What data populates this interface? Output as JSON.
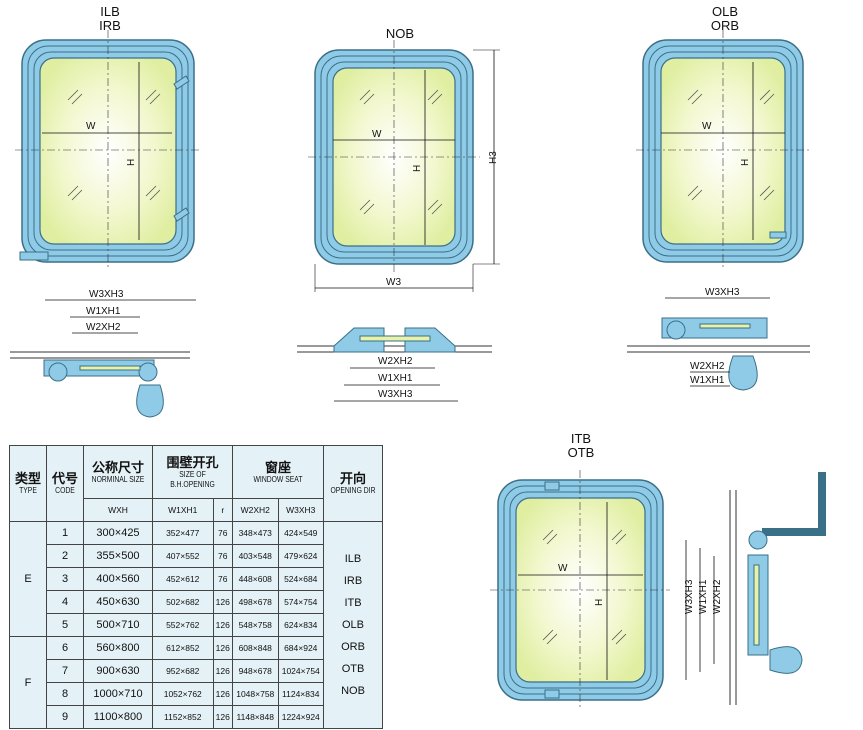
{
  "window_types": {
    "ilb_irb": [
      "ILB",
      "IRB"
    ],
    "nob": "NOB",
    "olb_orb": [
      "OLB",
      "ORB"
    ],
    "itb_otb": [
      "ITB",
      "OTB"
    ]
  },
  "dimensions": {
    "w": "W",
    "h": "H",
    "h3": "H3",
    "w3": "W3",
    "w3xh3": "W3XH3",
    "w1xh1": "W1XH1",
    "w2xh2": "W2XH2"
  },
  "table": {
    "headers": {
      "type_cn": "类型",
      "type_en": "TYPE",
      "code_cn": "代号",
      "code_en": "CODE",
      "size_cn": "公称尺寸",
      "size_en": "NORMINAL SIZE",
      "opening_cn": "围壁开孔",
      "opening_en": "SIZE OF B.H.OPENING",
      "seat_cn": "窗座",
      "seat_en": "WINDOW SEAT",
      "dir_cn": "开向",
      "dir_en": "OPENING DIR"
    },
    "subheaders": {
      "size": "WXH",
      "opening": "W1XH1",
      "r": "r",
      "seat_w2": "W2XH2",
      "seat_w3": "W3XH3"
    },
    "types": [
      "E",
      "F"
    ],
    "rows": [
      {
        "code": "1",
        "size": "300×425",
        "opening": "352×477",
        "r": "76",
        "w2h2": "348×473",
        "w3h3": "424×549"
      },
      {
        "code": "2",
        "size": "355×500",
        "opening": "407×552",
        "r": "76",
        "w2h2": "403×548",
        "w3h3": "479×624"
      },
      {
        "code": "3",
        "size": "400×560",
        "opening": "452×612",
        "r": "76",
        "w2h2": "448×608",
        "w3h3": "524×684"
      },
      {
        "code": "4",
        "size": "450×630",
        "opening": "502×682",
        "r": "126",
        "w2h2": "498×678",
        "w3h3": "574×754"
      },
      {
        "code": "5",
        "size": "500×710",
        "opening": "552×762",
        "r": "126",
        "w2h2": "548×758",
        "w3h3": "624×834"
      },
      {
        "code": "6",
        "size": "560×800",
        "opening": "612×852",
        "r": "126",
        "w2h2": "608×848",
        "w3h3": "684×924"
      },
      {
        "code": "7",
        "size": "900×630",
        "opening": "952×682",
        "r": "126",
        "w2h2": "948×678",
        "w3h3": "1024×754"
      },
      {
        "code": "8",
        "size": "1000×710",
        "opening": "1052×762",
        "r": "126",
        "w2h2": "1048×758",
        "w3h3": "1124×834"
      },
      {
        "code": "9",
        "size": "1100×800",
        "opening": "1152×852",
        "r": "126",
        "w2h2": "1148×848",
        "w3h3": "1224×924"
      }
    ],
    "directions": [
      "ILB",
      "IRB",
      "ITB",
      "OLB",
      "ORB",
      "OTB",
      "NOB"
    ]
  },
  "colors": {
    "frame": "#8fcbe6",
    "frame_stroke": "#3a6f88",
    "glass": "#e8f2a8",
    "glass_center": "#ffffff",
    "table_bg": "#e4f1f6"
  }
}
